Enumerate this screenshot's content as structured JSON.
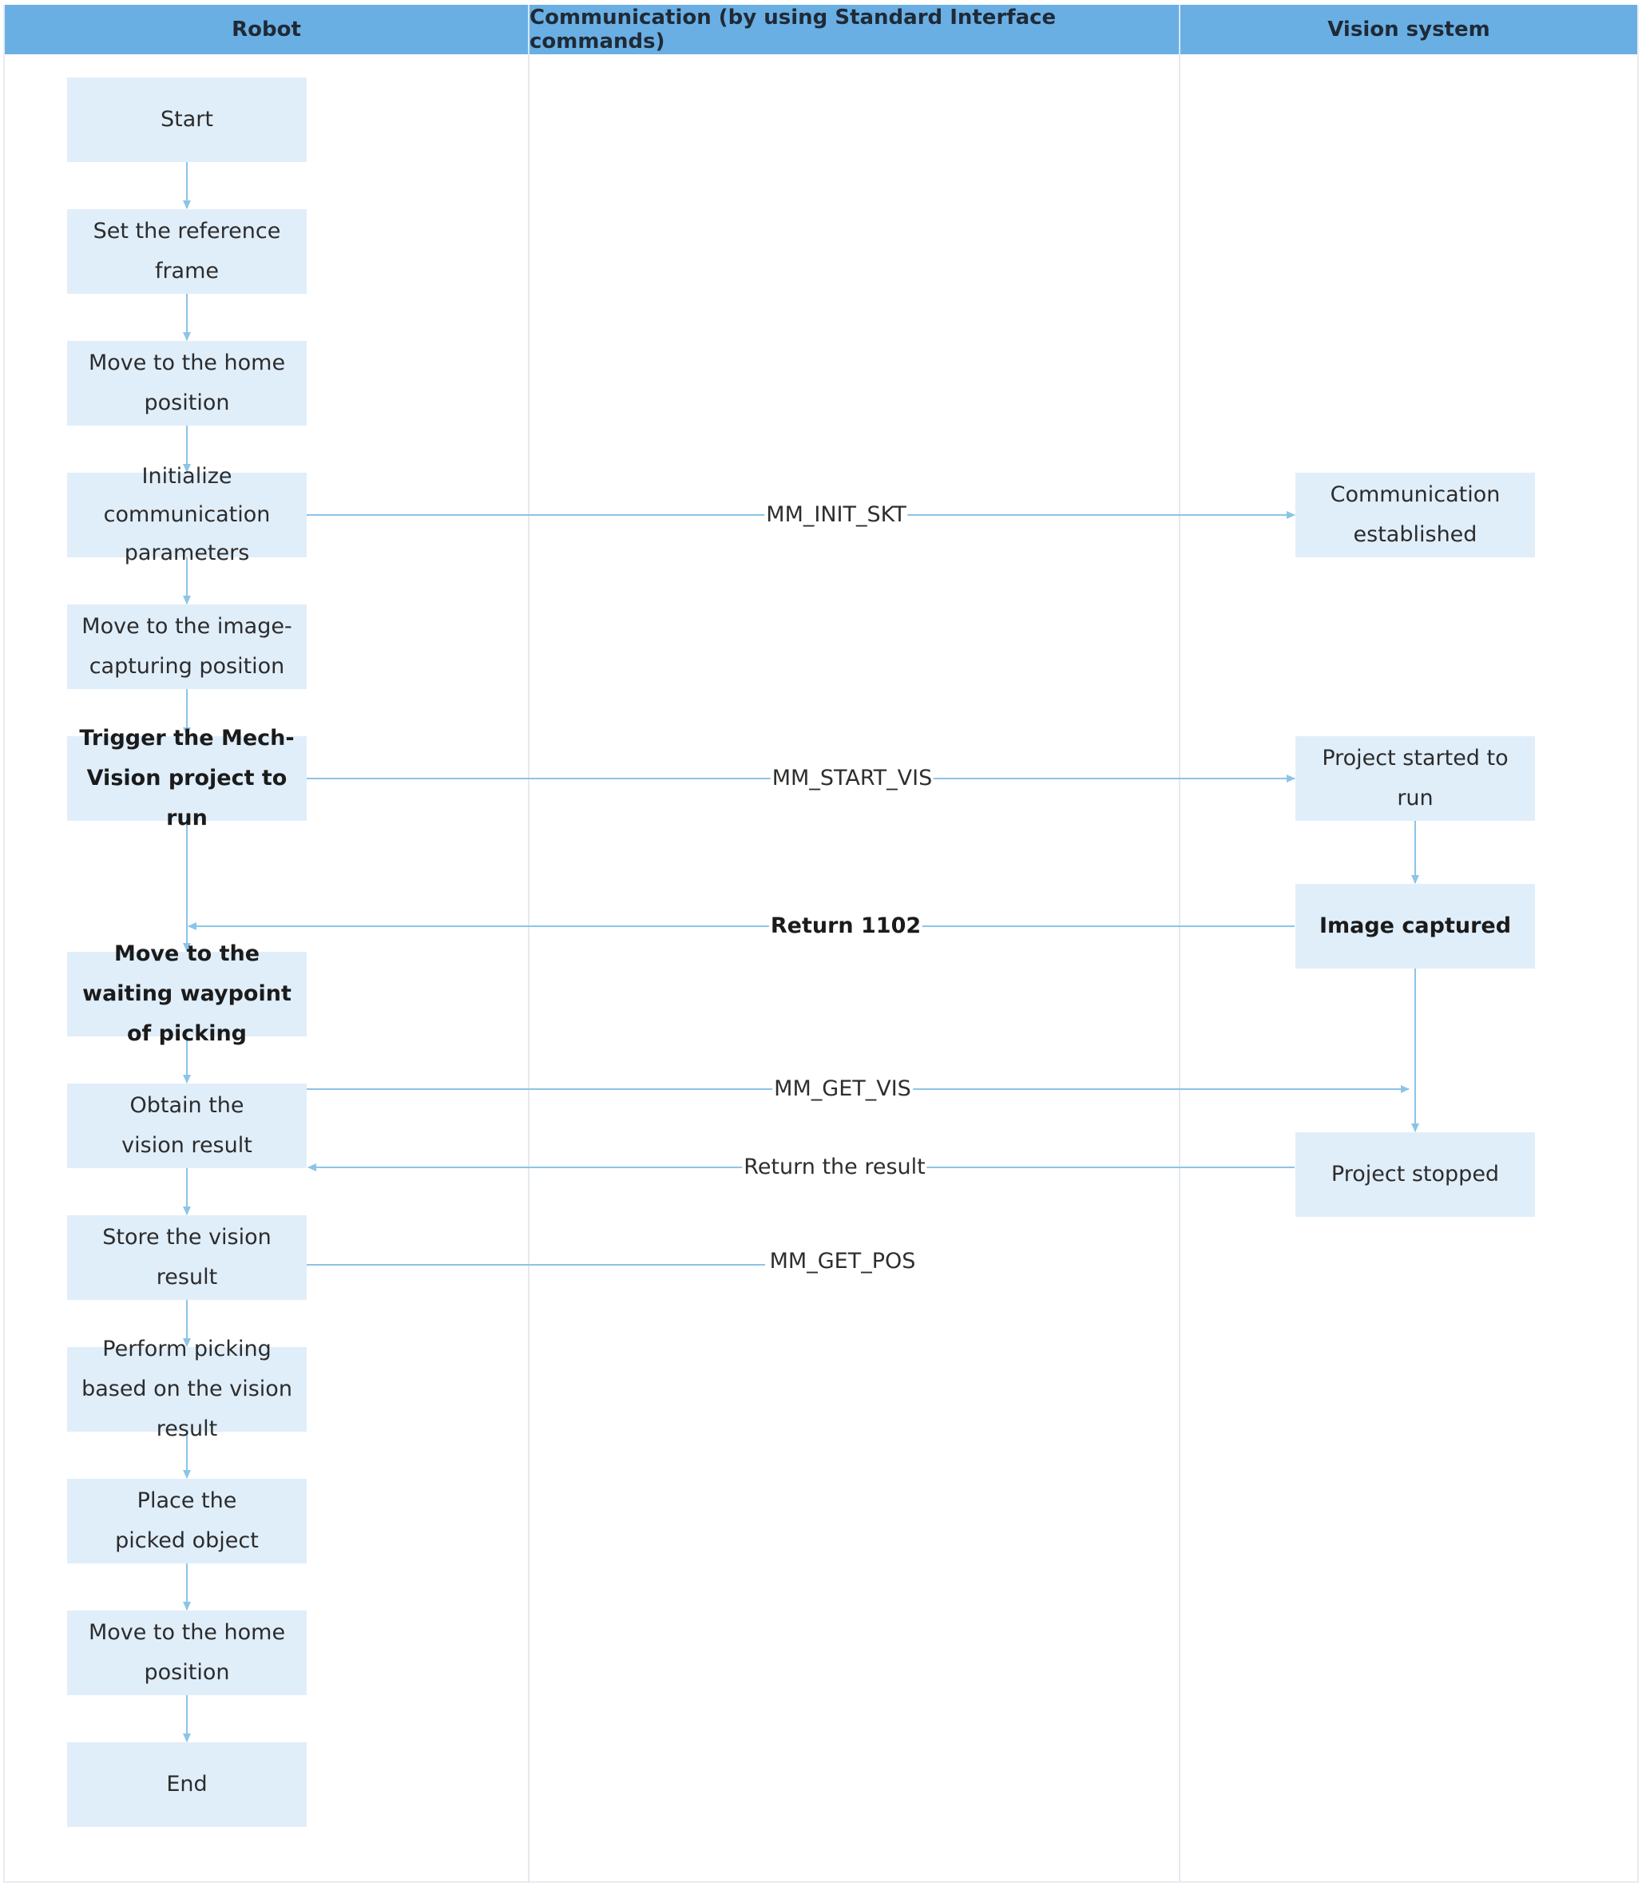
{
  "lanes": {
    "robot": "Robot",
    "communication": "Communication (by using Standard Interface commands)",
    "vision": "Vision system"
  },
  "nodes": {
    "start": "Start",
    "set_reference_frame": "Set the reference frame",
    "move_home_1": "Move to the home position",
    "init_comm": "Initialize communication parameters",
    "move_image_capture": "Move to the image-capturing position",
    "trigger_project": "Trigger the Mech-Vision project to run",
    "move_waiting_waypoint": "Move to the waiting waypoint of picking",
    "obtain_vision_result": "Obtain the vision result",
    "store_vision_result": "Store the vision result",
    "perform_picking": "Perform picking based on the vision result",
    "place_object": "Place the picked object",
    "move_home_2": "Move to the home position",
    "end": "End",
    "comm_established": "Communication established",
    "project_started": "Project started to run",
    "image_captured": "Image captured",
    "project_stopped": "Project stopped"
  },
  "messages": {
    "mm_init_skt": "MM_INIT_SKT",
    "mm_start_vis": "MM_START_VIS",
    "return_1102": "Return 1102",
    "mm_get_vis": "MM_GET_VIS",
    "return_result": "Return the result",
    "mm_get_pos": "MM_GET_POS"
  },
  "colors": {
    "header": "#6aafe4",
    "node_fill": "#e0eefa",
    "edge": "#8cc4e8"
  }
}
